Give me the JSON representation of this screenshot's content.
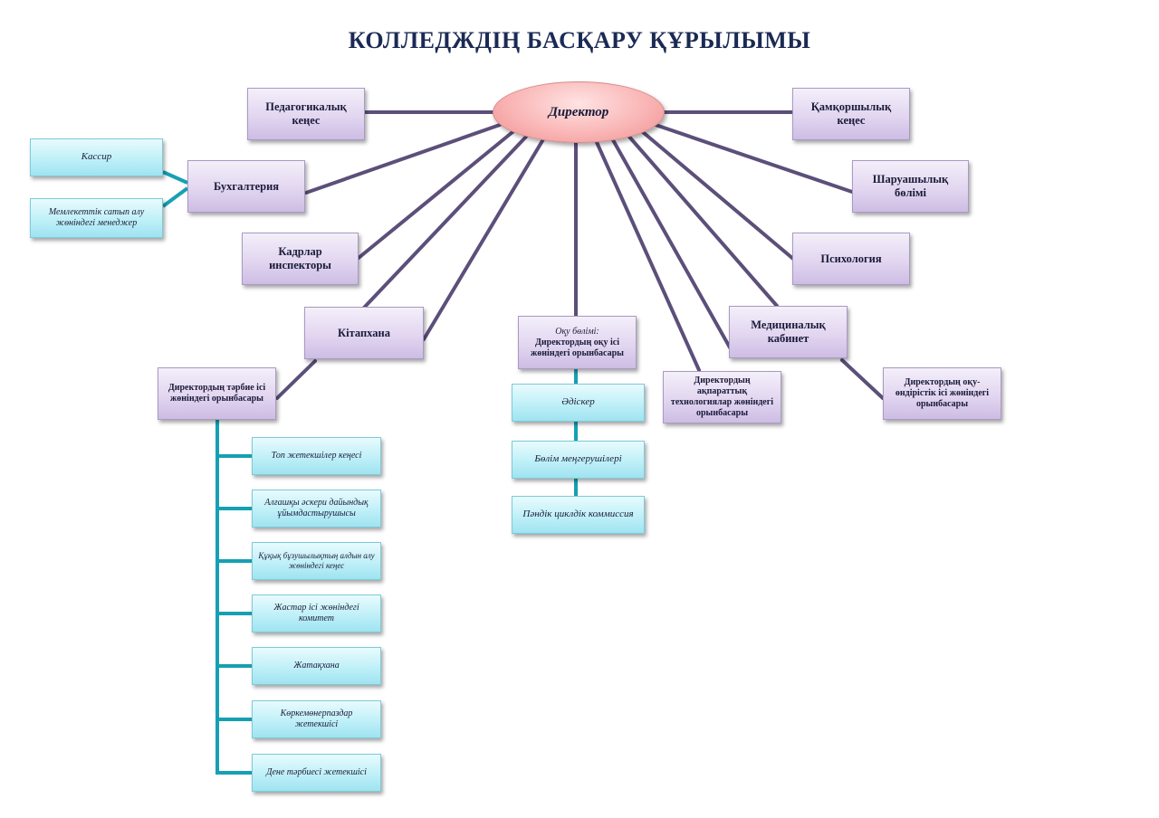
{
  "title": "КОЛЛЕДЖДІҢ БАСҚАРУ ҚҰРЫЛЫМЫ",
  "director": "Директор",
  "left_units": {
    "pedagogical_council": "Педагогикалық кеңес",
    "accounting": "Бухгалтерия",
    "hr_inspector": "Кадрлар инспекторы",
    "library": "Кітапхана",
    "deputy_education": "Директордың тәрбие ісі жөніндегі орынбасары"
  },
  "accounting_children": {
    "cashier": "Кассир",
    "procurement_manager": "Мемлекеттік сатып алу жөніндегі менеджер"
  },
  "right_units": {
    "trustee_council": "Қамқоршылық кеңес",
    "economic_dept": "Шаруашылық бөлімі",
    "psychology": "Психология",
    "medical_office": "Медициналық кабинет",
    "deputy_it": "Директордың ақпараттық технологиялар жөніндегі орынбасары",
    "deputy_production": "Директордың оқу-өндірістік ісі жөніндегі орынбасары"
  },
  "academic": {
    "head_line1": "Оқу бөлімі:",
    "head_line2": "Директордың оқу ісі жөніндегі орынбасары",
    "children": [
      "Әдіскер",
      "Бөлім меңгерушілері",
      "Пәндік циклдік коммиссия"
    ]
  },
  "education_children": [
    "Топ жетекшілер кеңесі",
    "Алғашқы әскери дайындық ұйымдастырушысы",
    "Құқық бұзушылықтың алдын алу жөніндегі кеңес",
    "Жастар ісі жөніндегі комитет",
    "Жатақхана",
    "Көркемөнерпаздар жетекшісі",
    "Дене тәрбиесі жетекшісі"
  ],
  "colors": {
    "title": "#1b2a55",
    "purple_box": "#e2d6f0",
    "cyan_box": "#bff0f8",
    "director_ellipse": "#f9b2b2",
    "purple_connector": "#5c4f7a",
    "cyan_connector": "#16a0b3"
  }
}
